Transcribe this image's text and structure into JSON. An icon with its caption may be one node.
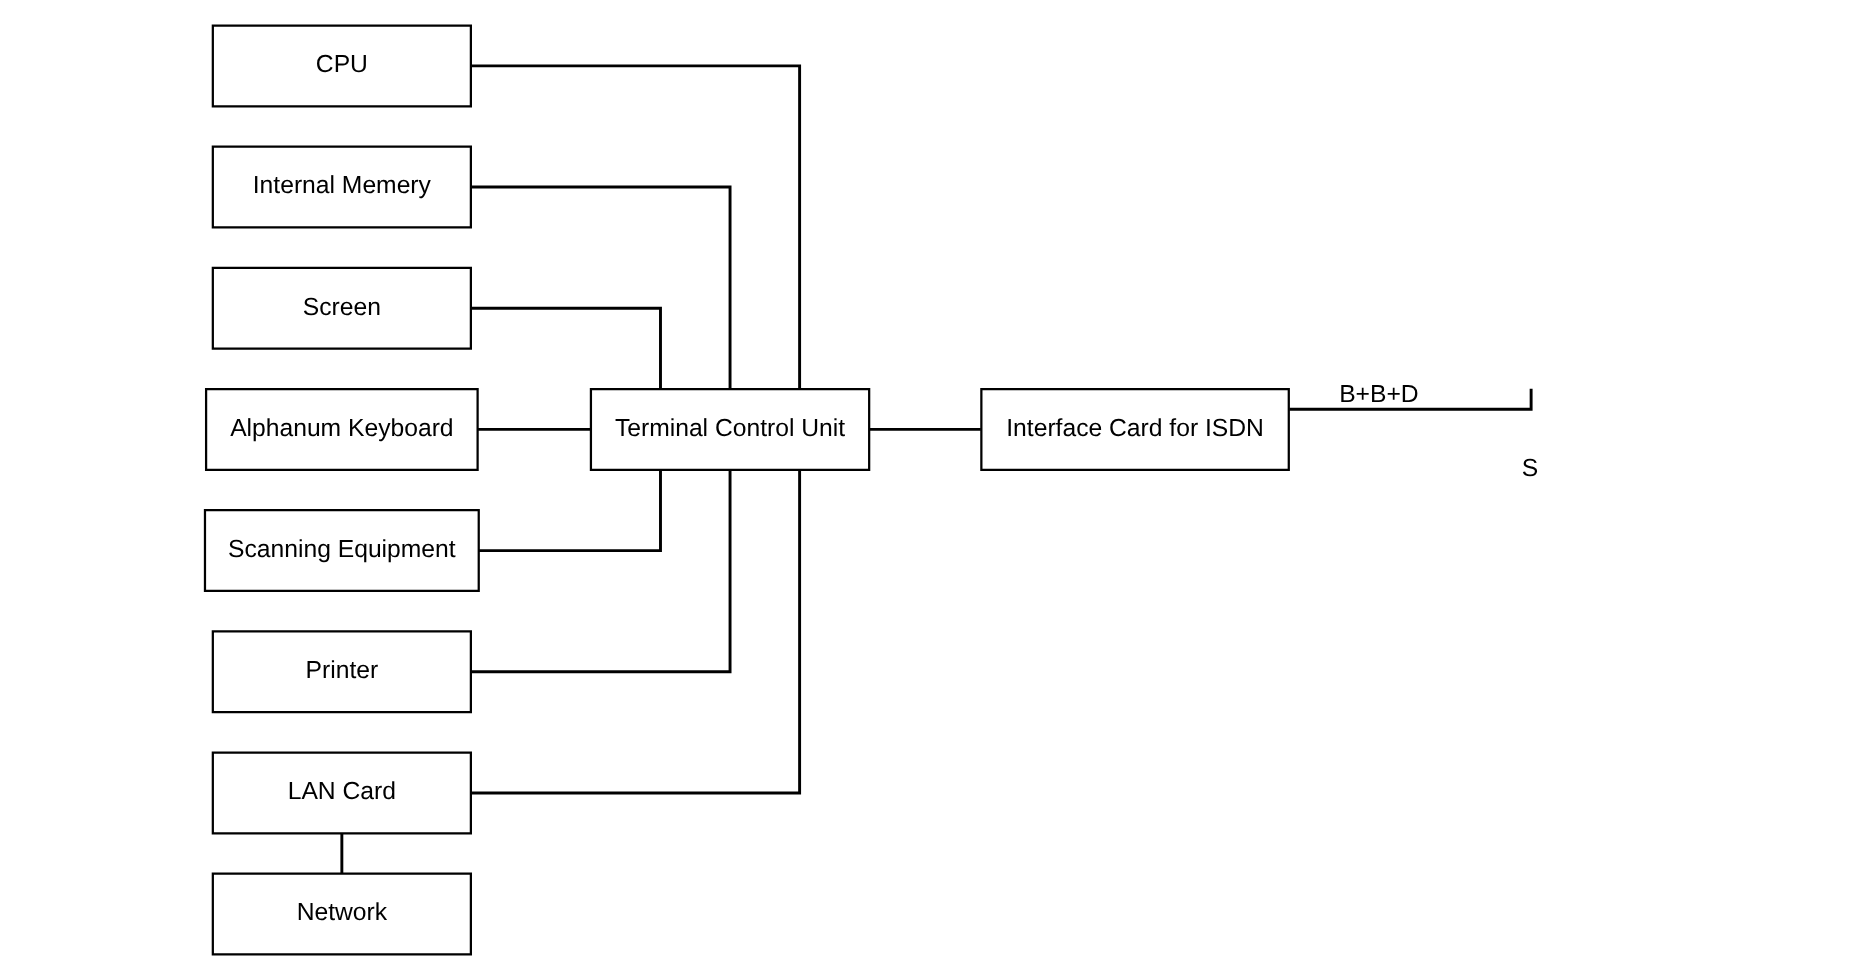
{
  "diagram": {
    "nodes": [
      {
        "text": [
          "CPU"
        ]
      },
      {
        "text": [
          "Internal Memery"
        ]
      },
      {
        "text": [
          "Screen"
        ]
      },
      {
        "text": [
          "Alphanum Keyboard"
        ]
      },
      {
        "text": [
          "Scanning Equipment"
        ]
      },
      {
        "text": [
          "Printer"
        ]
      },
      {
        "text": [
          "LAN Card"
        ]
      },
      {
        "text": [
          "Network"
        ]
      },
      {
        "text": [
          "Terminal Control Unit"
        ]
      },
      {
        "text": [
          "Interface Card for ISDN"
        ]
      }
    ],
    "edges": [
      {
        "from": 0,
        "to": 8,
        "arrow": "none"
      },
      {
        "from": 1,
        "to": 8,
        "arrow": "none"
      },
      {
        "from": 2,
        "to": 8,
        "arrow": "none"
      },
      {
        "from": 3,
        "to": 8,
        "arrow": "none"
      },
      {
        "from": 4,
        "to": 8,
        "arrow": "none"
      },
      {
        "from": 5,
        "to": 8,
        "arrow": "none"
      },
      {
        "from": 6,
        "to": 8,
        "arrow": "none"
      },
      {
        "from": 6,
        "to": 7,
        "arrow": "none"
      },
      {
        "from": 8,
        "to": 9,
        "arrow": "none"
      },
      {
        "from": 9,
        "to": null,
        "arrow": "none",
        "label": "B+B+D"
      }
    ],
    "labels": [
      "S"
    ]
  }
}
